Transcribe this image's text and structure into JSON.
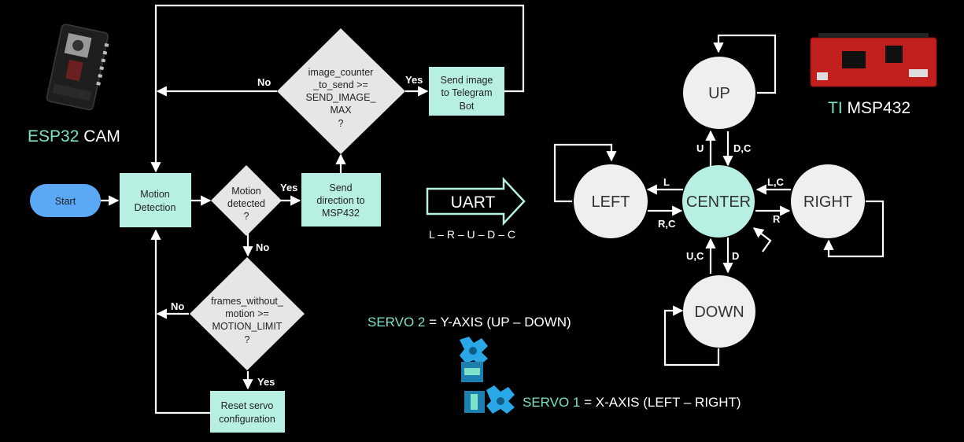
{
  "colors": {
    "background": "#000000",
    "process": "#b7f0e3",
    "decision": "#e6e6e6",
    "start": "#5ba8f5",
    "state": "#efefef",
    "center": "#b7f0e3",
    "accent": "#7de3c8"
  },
  "esp": {
    "accent": "ESP32",
    "rest": " CAM"
  },
  "ti": {
    "accent": "TI",
    "rest": " MSP432"
  },
  "flow": {
    "start": "Start",
    "motion_detection": [
      "Motion",
      "Detection"
    ],
    "motion_detected": [
      "Motion",
      "detected",
      "?"
    ],
    "send_direction": [
      "Send",
      "direction to",
      "MSP432"
    ],
    "image_counter": [
      "image_counter",
      "_to_send >=",
      "SEND_IMAGE_",
      "MAX",
      "?"
    ],
    "send_image": [
      "Send image",
      "to Telegram",
      "Bot"
    ],
    "frames_without": [
      "frames_without_",
      "motion >=",
      "MOTION_LIMIT",
      "?"
    ],
    "reset_servo": [
      "Reset servo",
      "configuration"
    ],
    "labels": {
      "yes1": "Yes",
      "no1": "No",
      "yes2": "Yes",
      "no2": "No",
      "no3": "No",
      "yes3": "Yes"
    }
  },
  "uart": {
    "label": "UART",
    "sub": "L – R – U – D – C"
  },
  "states": {
    "up": "UP",
    "down": "DOWN",
    "left": "LEFT",
    "right": "RIGHT",
    "center": "CENTER"
  },
  "transitions": {
    "u": "U",
    "dc": "D,C",
    "l": "L",
    "rc": "R,C",
    "lc": "L,C",
    "r": "R",
    "uc": "U,C",
    "d": "D"
  },
  "servo2": {
    "accent": "SERVO 2",
    "rest": " = Y-AXIS (UP – DOWN)"
  },
  "servo1": {
    "accent": "SERVO 1",
    "rest": " = X-AXIS (LEFT – RIGHT)"
  }
}
